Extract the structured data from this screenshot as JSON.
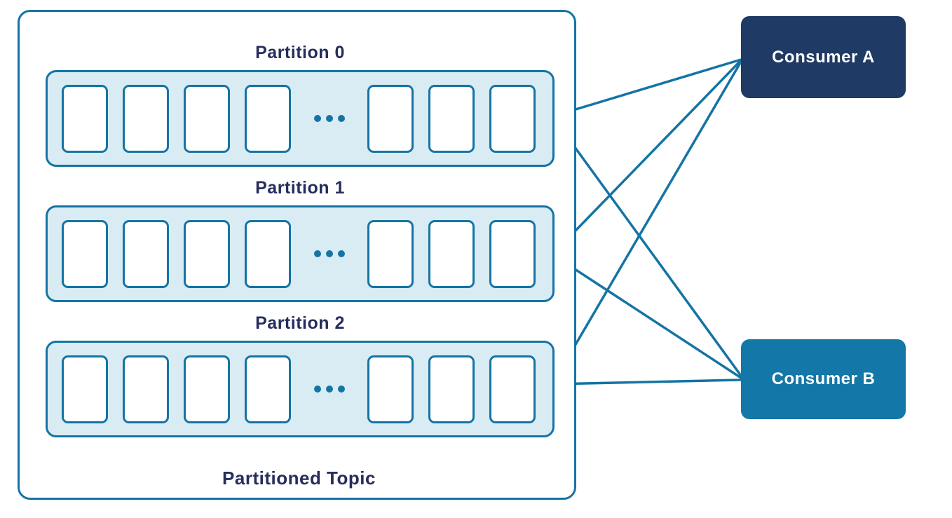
{
  "colors": {
    "teal": "#1474a4",
    "partition_fill": "#d9ebf3",
    "consumer_a_bg": "#1f3a64",
    "consumer_b_bg": "#1377a7",
    "label_navy": "#262e5e",
    "background": "#ffffff"
  },
  "topic": {
    "label": "Partitioned Topic",
    "partitions": [
      {
        "label": "Partition 0",
        "visible_message_cells": 7
      },
      {
        "label": "Partition 1",
        "visible_message_cells": 7
      },
      {
        "label": "Partition 2",
        "visible_message_cells": 7
      }
    ]
  },
  "consumers": [
    {
      "label": "Consumer A"
    },
    {
      "label": "Consumer B"
    }
  ],
  "connections": [
    {
      "from": "Partition 0",
      "to": "Consumer A"
    },
    {
      "from": "Partition 0",
      "to": "Consumer B"
    },
    {
      "from": "Partition 1",
      "to": "Consumer A"
    },
    {
      "from": "Partition 1",
      "to": "Consumer B"
    },
    {
      "from": "Partition 2",
      "to": "Consumer A"
    },
    {
      "from": "Partition 2",
      "to": "Consumer B"
    }
  ],
  "icons": {
    "ellipsis": "more-messages-ellipsis"
  }
}
